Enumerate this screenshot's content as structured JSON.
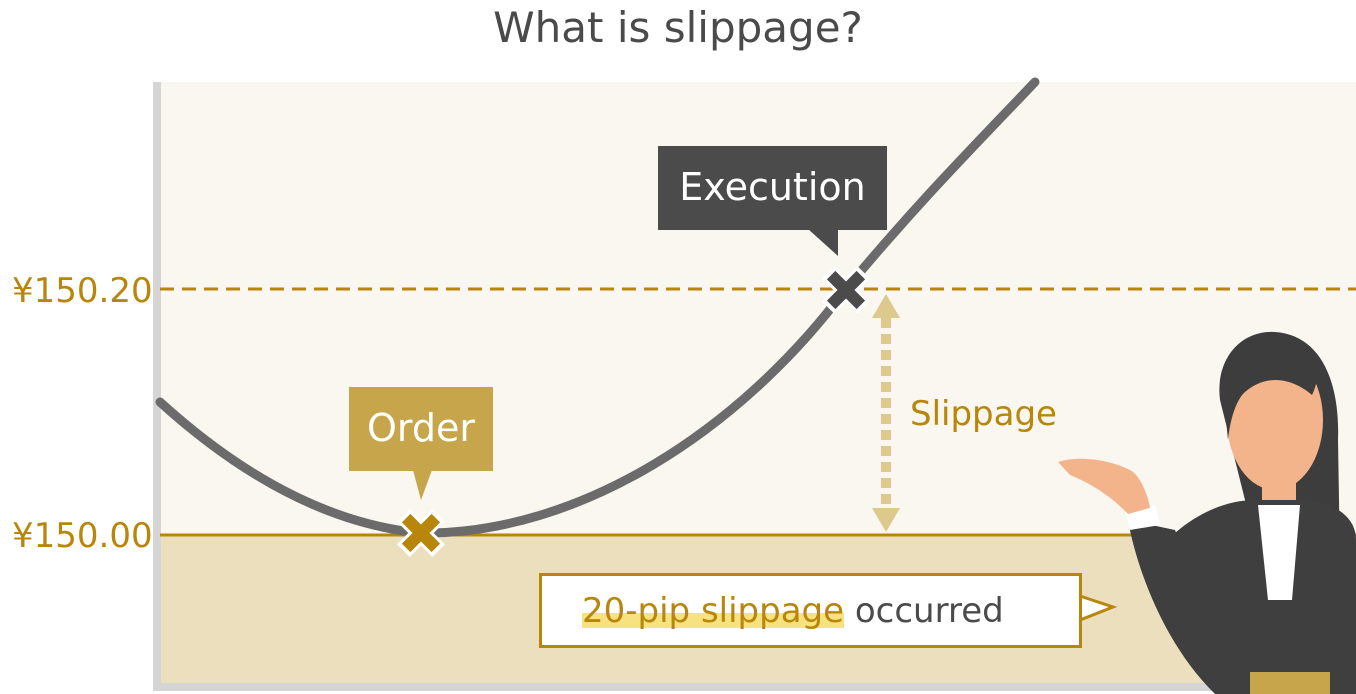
{
  "title": "What is slippage?",
  "price_levels": {
    "upper": "¥150.20",
    "lower": "¥150.00"
  },
  "markers": {
    "order_label": "Order",
    "execution_label": "Execution"
  },
  "slippage_label": "Slippage",
  "speech": {
    "highlight": "20-pip slippage",
    "rest": " occurred"
  },
  "colors": {
    "gold": "#b8860b",
    "order_gold": "#c7a54a",
    "dark": "#4b4b4b",
    "chart_bg": "#faf7f0",
    "lower_band": "#ebdfbd"
  }
}
